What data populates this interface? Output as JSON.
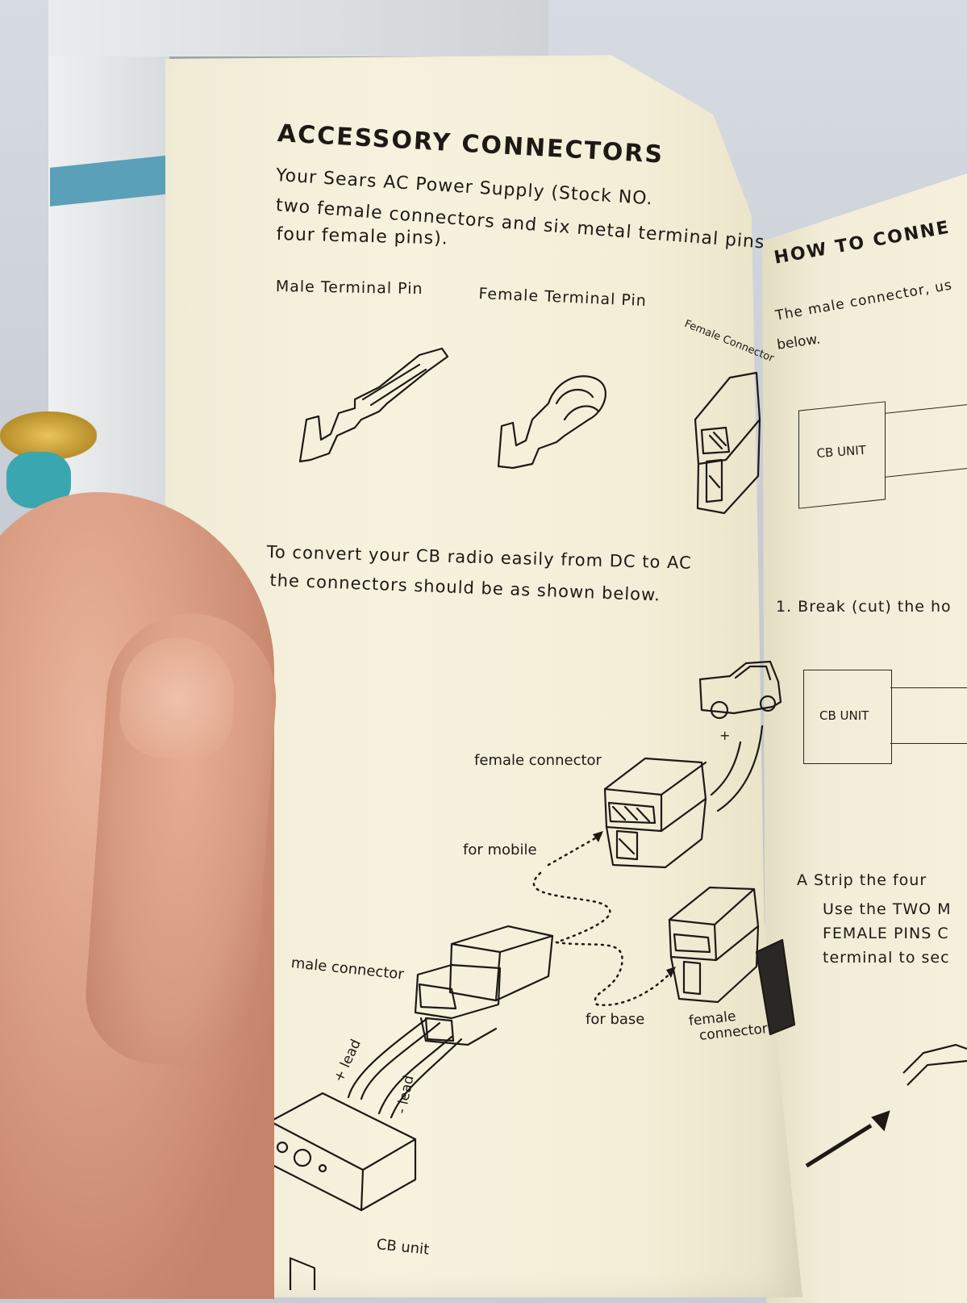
{
  "left_page": {
    "title": "ACCESSORY  CONNECTORS",
    "intro_lines": [
      "Your Sears AC Power Supply (Stock NO.",
      "two female connectors and six metal terminal pins",
      "four female pins)."
    ],
    "pin_labels": {
      "male_terminal_pin": "Male Terminal Pin",
      "female_terminal_pin": "Female Terminal Pin",
      "female_connector": "Female Connector"
    },
    "convert_lines": [
      "To convert your CB radio easily from DC to AC",
      "the connectors should be as shown below."
    ],
    "diagram_labels": {
      "female_connector_top": "female connector",
      "for_mobile": "for mobile",
      "male_connector": "male connector",
      "for_base": "for base",
      "female_connector_bottom_1": "female",
      "female_connector_bottom_2": "connector",
      "plus_lead": "+ lead",
      "minus_lead": "- lead",
      "cb_unit": "CB unit",
      "plus_sign": "+"
    }
  },
  "right_page": {
    "heading": "HOW TO CONNE",
    "intro_line_1": "The male connector, us",
    "intro_line_2": "below.",
    "box_label_1": "CB UNIT",
    "step_1": "1. Break (cut) the ho",
    "box_label_2": "CB UNIT",
    "step_a": [
      "A  Strip the four",
      "Use the TWO M",
      "FEMALE PINS C",
      "terminal to sec"
    ]
  }
}
